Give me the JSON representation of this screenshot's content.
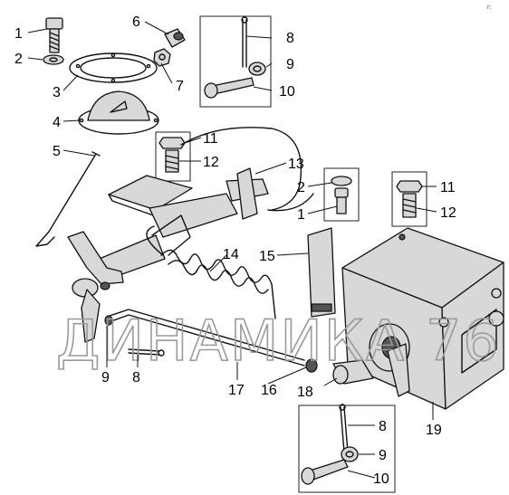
{
  "watermark": "ДИНАМИКА 76",
  "corner_mark": "r:",
  "callouts": [
    {
      "id": "c1a",
      "label": "1"
    },
    {
      "id": "c2a",
      "label": "2"
    },
    {
      "id": "c3",
      "label": "3"
    },
    {
      "id": "c4",
      "label": "4"
    },
    {
      "id": "c5",
      "label": "5"
    },
    {
      "id": "c6",
      "label": "6"
    },
    {
      "id": "c7",
      "label": "7"
    },
    {
      "id": "c8a",
      "label": "8"
    },
    {
      "id": "c9a",
      "label": "9"
    },
    {
      "id": "c10a",
      "label": "10"
    },
    {
      "id": "c11a",
      "label": "11"
    },
    {
      "id": "c12a",
      "label": "12"
    },
    {
      "id": "c13",
      "label": "13"
    },
    {
      "id": "c2b",
      "label": "2"
    },
    {
      "id": "c1b",
      "label": "1"
    },
    {
      "id": "c11b",
      "label": "11"
    },
    {
      "id": "c12b",
      "label": "12"
    },
    {
      "id": "c14",
      "label": "14"
    },
    {
      "id": "c15",
      "label": "15"
    },
    {
      "id": "c9b",
      "label": "9"
    },
    {
      "id": "c8b",
      "label": "8"
    },
    {
      "id": "c17",
      "label": "17"
    },
    {
      "id": "c16",
      "label": "16"
    },
    {
      "id": "c18",
      "label": "18"
    },
    {
      "id": "c8c",
      "label": "8"
    },
    {
      "id": "c9c",
      "label": "9"
    },
    {
      "id": "c10c",
      "label": "10"
    },
    {
      "id": "c19",
      "label": "19"
    }
  ]
}
